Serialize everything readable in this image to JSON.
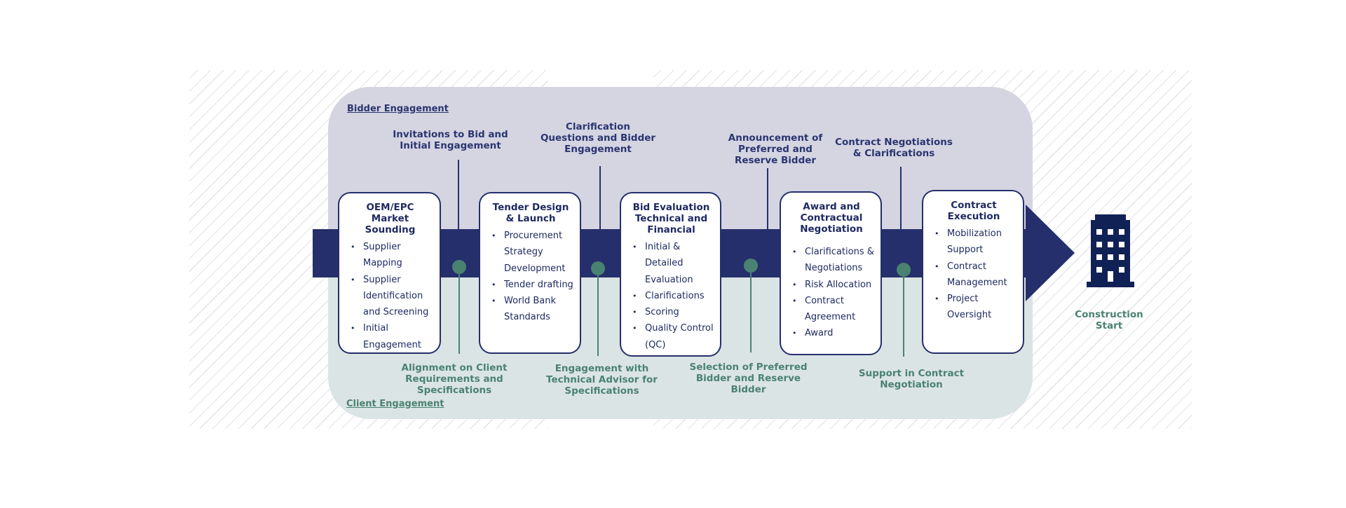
{
  "sections": {
    "bidder_label": "Bidder Engagement",
    "client_label": "Client Engagement"
  },
  "stages": [
    {
      "title": "OEM/EPC Market Sounding",
      "items": [
        "Supplier Mapping",
        "Supplier Identification and Screening",
        "Initial Engagement"
      ]
    },
    {
      "title": "Tender Design & Launch",
      "items": [
        "Procurement Strategy Development",
        "Tender drafting",
        "World Bank Standards"
      ]
    },
    {
      "title": "Bid Evaluation Technical and Financial",
      "items": [
        "Initial & Detailed Evaluation",
        "Clarifications",
        "Scoring",
        "Quality Control (QC)"
      ]
    },
    {
      "title": "Award and Contractual Negotiation",
      "items": [
        "Clarifications & Negotiations",
        "Risk Allocation",
        "Contract Agreement",
        "Award"
      ]
    },
    {
      "title": "Contract Execution",
      "items": [
        "Mobilization Support",
        "Contract Management",
        "Project Oversight"
      ]
    }
  ],
  "bidder_annotations": [
    "Invitations to Bid and Initial Engagement",
    "Clarification Questions and Bidder Engagement",
    "Announcement of Preferred and Reserve Bidder",
    "Contract Negotiations & Clarifications"
  ],
  "client_annotations": [
    "Alignment on Client Requirements and Specifications",
    "Engagement with Technical Advisor for Specifications",
    "Selection of Preferred Bidder and Reserve Bidder",
    "Support in Contract Negotiation"
  ],
  "end": {
    "label": "Construction Start",
    "icon": "building-icon"
  },
  "colors": {
    "navy": "#252f6b",
    "teal": "#4a8271",
    "bidder_bg": "#d5d5e2",
    "client_bg": "#dbe4e4"
  }
}
